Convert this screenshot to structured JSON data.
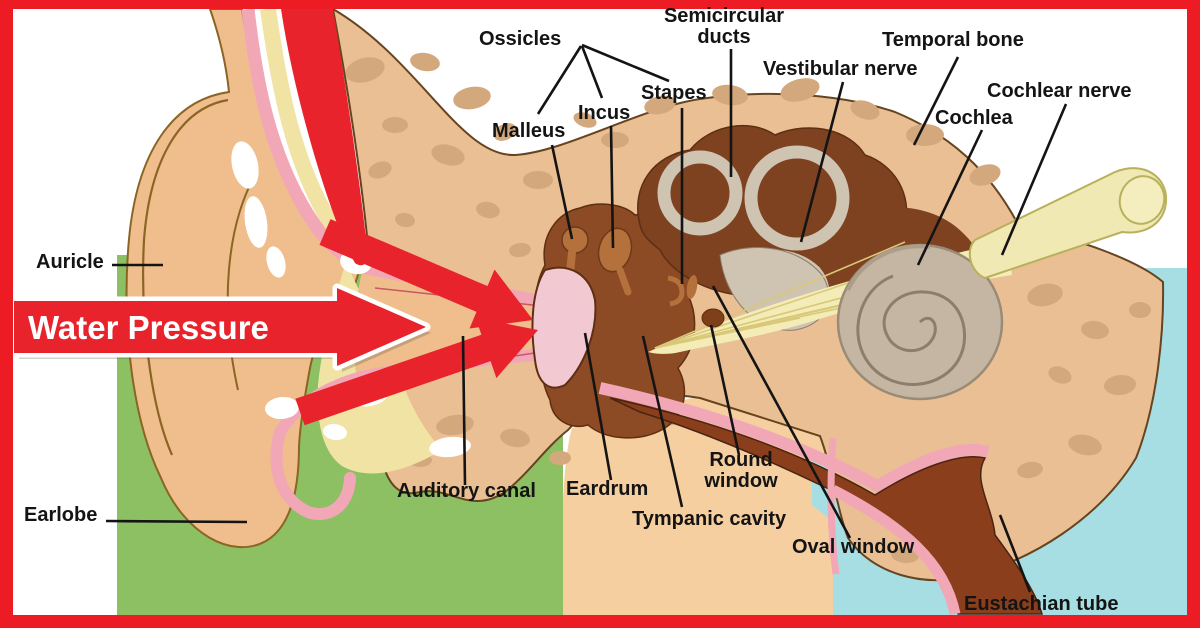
{
  "banner": {
    "label": "Water Pressure"
  },
  "labels": {
    "auricle": "Auricle",
    "earlobe": "Earlobe",
    "ossicles": "Ossicles",
    "malleus": "Malleus",
    "incus": "Incus",
    "stapes": "Stapes",
    "semicircular_ducts": "Semicircular\nducts",
    "vestibular_nerve": "Vestibular nerve",
    "temporal_bone": "Temporal bone",
    "cochlear_nerve": "Cochlear nerve",
    "cochlea": "Cochlea",
    "auditory_canal": "Auditory canal",
    "eardrum": "Eardrum",
    "tympanic_cavity": "Tympanic cavity",
    "round_window": "Round\nwindow",
    "oval_window": "Oval window",
    "eustachian_tube": "Eustachian tube"
  },
  "colors": {
    "frame_red": "#ED1C24",
    "arrow_red": "#E8232B",
    "grass_green": "#8CC063",
    "sky_blue": "#A6DEE3",
    "bone_tan": "#EABF94",
    "bone_spot": "#D4A87D",
    "skin": "#F0BE8C",
    "canal_yellow": "#F1E3A3",
    "lining_pink": "#F2A7B7",
    "middle_ear_brown": "#8C4A25",
    "eustachian_brown": "#8B3E1C",
    "cochlea_gray": "#C5B6A4",
    "nerve_yellow": "#F3EBB4",
    "label_text": "#141414"
  }
}
